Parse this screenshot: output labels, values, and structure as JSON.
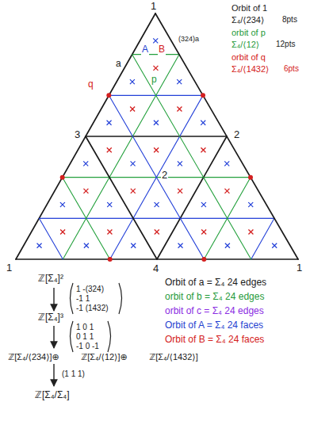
{
  "diagram": {
    "labels": [
      "1",
      "1",
      "1",
      "3",
      "2",
      "4",
      "2",
      "a",
      "A",
      "B",
      "q",
      "p",
      "(324)a",
      "Orbit of 1",
      "Σ₄/⟨234⟩",
      "8pts",
      "orbit of p",
      "Σ₄/⟨12⟩",
      "12pts",
      "orbit of q",
      "Σ₄/⟨1432⟩",
      "6pts",
      "ℤ[Σ₄]²",
      "1 -(324)",
      "-1 1",
      "-1 (1432)",
      "ℤ[Σ₄]³",
      "1 0 1",
      "0 1 1",
      "-1 0 -1",
      "ℤ[Σ₄/⟨234⟩]⊕",
      "ℤ[Σ₄/⟨12⟩]⊕",
      "ℤ[Σ₄/⟨1432⟩]",
      "(1 1 1)",
      "ℤ[Σ₄/Σ₄]",
      "Orbit of a = Σ₄ 24 edges",
      "orbit of b = Σ₄ 24 edges",
      "orbit of c = Σ₄ 24 edges",
      "Orbit of A = Σ₄ 24 faces",
      "Orbit of B = Σ₄ 24 faces"
    ]
  }
}
